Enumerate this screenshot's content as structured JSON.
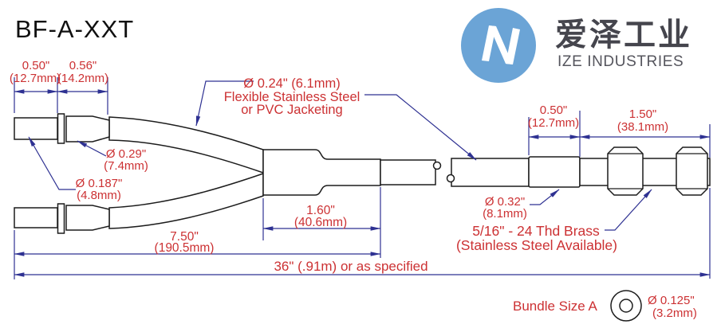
{
  "title": "BF-A-XXT",
  "logo": {
    "cn": "爱泽工业",
    "en": "IZE INDUSTRIES",
    "circle_color": "#6ba4d6",
    "cn_color": "#45454d",
    "en_color": "#55555d"
  },
  "colors": {
    "label_red": "#cc3133",
    "dimension_blue": "#2e3192",
    "outline_black": "#1c1c1c"
  },
  "labels": {
    "dim050top": {
      "inch": "0.50\"",
      "mm": "(12.7mm)"
    },
    "dim056": {
      "inch": "0.56\"",
      "mm": "(14.2mm)"
    },
    "jacket": {
      "l1": "Ø 0.24\" (6.1mm)",
      "l2": "Flexible Stainless Steel",
      "l3": "or PVC Jacketing"
    },
    "dia029": {
      "inch": "Ø 0.29\"",
      "mm": "(7.4mm)"
    },
    "dia0187": {
      "inch": "Ø 0.187\"",
      "mm": "(4.8mm)"
    },
    "dim160": {
      "inch": "1.60\"",
      "mm": "(40.6mm)"
    },
    "dim750": {
      "inch": "7.50\"",
      "mm": "(190.5mm)"
    },
    "dim050r": {
      "inch": "0.50\"",
      "mm": "(12.7mm)"
    },
    "dim150": {
      "inch": "1.50\"",
      "mm": "(38.1mm)"
    },
    "dia032": {
      "inch": "Ø 0.32\"",
      "mm": "(8.1mm)"
    },
    "thread": {
      "l1": "5/16\" - 24 Thd Brass",
      "l2": "(Stainless Steel Available)"
    },
    "overall": "36\" (.91m) or as specified",
    "bundle": {
      "label": "Bundle Size A",
      "inch": "Ø 0.125\"",
      "mm": "(3.2mm)"
    }
  }
}
